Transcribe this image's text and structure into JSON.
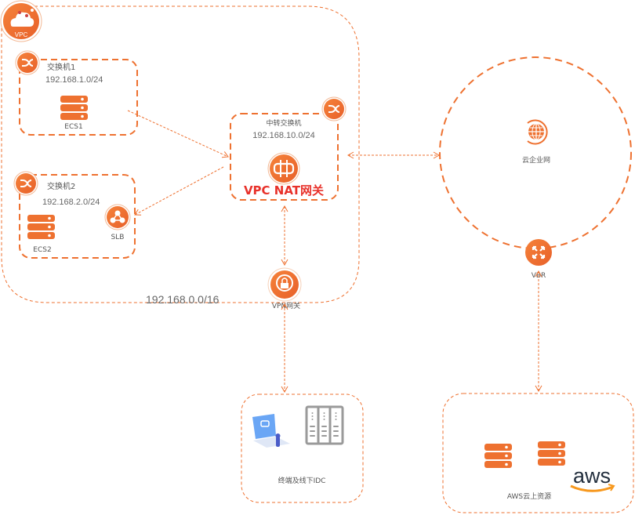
{
  "colors": {
    "accent": "#ee7130",
    "text": "#555555",
    "nat_label": "#e8312a",
    "server_gray": "#9a9a9a",
    "laptop_blue": "#6aa6f5"
  },
  "vpc": {
    "icon_label": "VPC",
    "cidr": "192.168.0.0/16"
  },
  "switch1": {
    "name": "交换机1",
    "cidr": "192.168.1.0/24",
    "ecs_label": "ECS1"
  },
  "switch2": {
    "name": "交换机2",
    "cidr": "192.168.2.0/24",
    "ecs_label": "ECS2",
    "slb_label": "SLB"
  },
  "transit_switch": {
    "name": "中转交换机",
    "cidr": "192.168.10.0/24",
    "nat_label": "VPC NAT网关"
  },
  "vpn_gateway": {
    "label": "VPN网关"
  },
  "cen": {
    "label": "云企业网"
  },
  "vbr": {
    "label": "VBR"
  },
  "idc": {
    "label": "终端及线下IDC"
  },
  "aws": {
    "label": "AWS云上资源",
    "logo_text": "aws"
  }
}
